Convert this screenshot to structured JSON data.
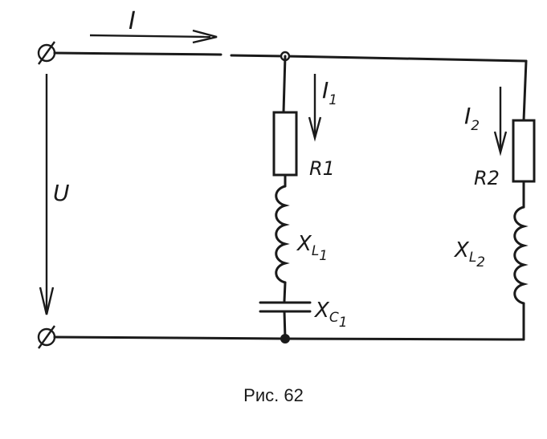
{
  "labels": {
    "current_total": "I",
    "voltage": "U",
    "current_1": "I",
    "current_1_sub": "1",
    "current_2": "I",
    "current_2_sub": "2",
    "resistor_1": "R1",
    "resistor_2": "R2",
    "inductor_1": "X",
    "inductor_1_sub": "L",
    "inductor_1_sub2": "1",
    "inductor_2": "X",
    "inductor_2_sub": "L",
    "inductor_2_sub2": "2",
    "capacitor_1": "X",
    "capacitor_1_sub": "C",
    "capacitor_1_sub2": "1"
  },
  "caption": "Рис. 62"
}
